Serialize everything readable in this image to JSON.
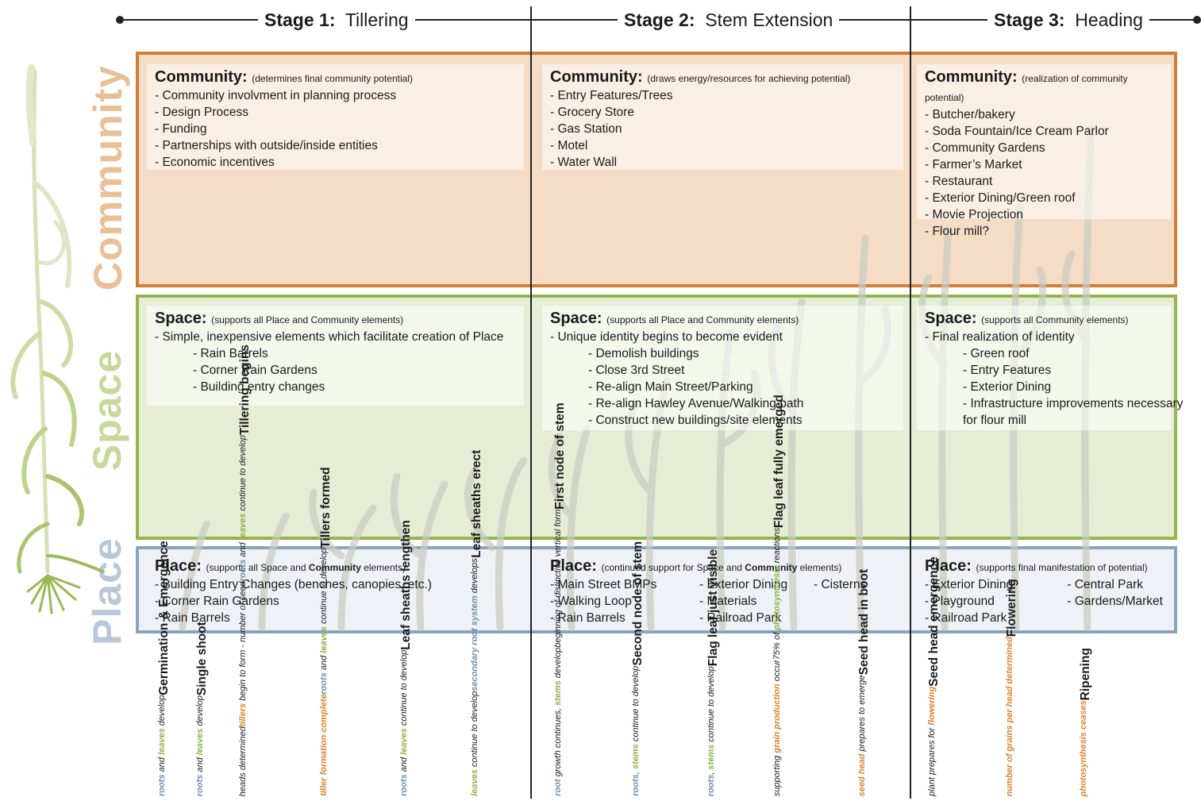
{
  "stages": [
    {
      "num": "Stage 1:",
      "name": "Tillering"
    },
    {
      "num": "Stage 2:",
      "name": "Stem Extension"
    },
    {
      "num": "Stage 3:",
      "name": "Heading"
    }
  ],
  "side_labels": {
    "community": "Community",
    "space": "Space",
    "place": "Place"
  },
  "colors": {
    "community": "#cf7e33",
    "space": "#94b54e",
    "place": "#8aa3bd",
    "accent_blue": "#6f8faf",
    "accent_green": "#8fb04a",
    "accent_orange": "#d9842e"
  },
  "community": [
    {
      "title": "Community:",
      "note": "(determines final community potential)",
      "items": [
        "- Community involvment in planning process",
        "- Design Process",
        "- Funding",
        "- Partnerships with outside/inside entities",
        "- Economic incentives"
      ]
    },
    {
      "title": "Community:",
      "note": "(draws energy/resources for achieving potential)",
      "items": [
        "- Entry Features/Trees",
        "- Grocery Store",
        "- Gas Station",
        "- Motel",
        "- Water Wall"
      ]
    },
    {
      "title": "Community:",
      "note": "(realization of community potential)",
      "items": [
        "- Butcher/bakery",
        "- Soda Fountain/Ice Cream Parlor",
        "- Community Gardens",
        "- Farmer’s Market",
        "- Restaurant",
        "- Exterior Dining/Green roof",
        "- Movie Projection",
        "- Flour mill?"
      ]
    }
  ],
  "space": [
    {
      "title": "Space:",
      "note": "(supports all Place and Community elements)",
      "lead": "- Simple, inexpensive elements which facilitate creation of Place",
      "items": [
        "- Rain Barrels",
        "- Corner Rain Gardens",
        "- Building entry changes"
      ]
    },
    {
      "title": "Space:",
      "note": "(supports all Place and Community elements)",
      "lead": "- Unique identity begins to become evident",
      "items": [
        "- Demolish buildings",
        "- Close 3rd Street",
        "- Re-align Main Street/Parking",
        "- Re-align Hawley Avenue/Walking path",
        "- Construct new buildings/site elements"
      ]
    },
    {
      "title": "Space:",
      "note": "(supports all Community elements)",
      "lead": "- Final realization of identity",
      "items": [
        "- Green roof",
        "- Entry Features",
        "- Exterior Dining",
        "- Infrastructure improvements necessary",
        "for flour mill"
      ]
    }
  ],
  "place": [
    {
      "title": "Place:",
      "note_a": "(supports all Space and ",
      "note_b": "Community",
      "note_c": " elements)",
      "col1": [
        "- Building Entry Changes (benches, canopies, etc.)",
        "- Corner Rain Gardens",
        "- Rain Barrels"
      ]
    },
    {
      "title": "Place:",
      "note_a": "(continued support for Space and ",
      "note_b": "Community",
      "note_c": " elements)",
      "col1": [
        "- Main Street BMPs",
        "- Walking Loop",
        "- Rain Barrels"
      ],
      "col2": [
        "- Exterior Dining",
        "- Materials",
        "- Railroad Park"
      ],
      "col3": [
        "- Cisterns"
      ]
    },
    {
      "title": "Place:",
      "note": "(supports final manifestation of potential)",
      "col1": [
        "- Exterior Dining",
        "- Playground",
        "- Railroad Park"
      ],
      "col2": [
        "- Central Park",
        "- Gardens/Market"
      ]
    }
  ],
  "growth_stages": [
    {
      "title": "Germination & Emergence",
      "lines": [
        [
          [
            "roots",
            "blue"
          ],
          [
            " and ",
            ""
          ],
          [
            "leaves",
            "green"
          ],
          [
            " develop",
            ""
          ]
        ]
      ]
    },
    {
      "title": "Single shoot",
      "lines": [
        [
          [
            "roots",
            "blue"
          ],
          [
            " and ",
            ""
          ],
          [
            "leaves",
            "green"
          ],
          [
            " develop",
            ""
          ]
        ]
      ]
    },
    {
      "title": "Tillering begins",
      "lines": [
        [
          [
            "roots",
            "blue"
          ],
          [
            " and ",
            ""
          ],
          [
            "leaves",
            "green"
          ],
          [
            " continue to develop",
            ""
          ]
        ],
        [
          [
            "tillers",
            "orange"
          ],
          [
            " begin to form - number of seed",
            ""
          ]
        ],
        [
          [
            "heads determined",
            ""
          ]
        ]
      ]
    },
    {
      "title": "Tillers formed",
      "lines": [
        [
          [
            "roots",
            "blue"
          ],
          [
            " and ",
            ""
          ],
          [
            "leaves",
            "green"
          ],
          [
            " continue to develop",
            ""
          ]
        ],
        [
          [
            "tiller formation complete",
            "orange"
          ]
        ]
      ]
    },
    {
      "title": "Leaf sheaths lengthen",
      "lines": [
        [
          [
            "roots",
            "blue"
          ],
          [
            " and ",
            ""
          ],
          [
            "leaves",
            "green"
          ],
          [
            " continue to develop",
            ""
          ]
        ]
      ]
    },
    {
      "title": "Leaf sheaths erect",
      "lines": [
        [
          [
            "secondary root system",
            "blue"
          ],
          [
            " develops",
            ""
          ]
        ],
        [
          [
            "leaves",
            "green"
          ],
          [
            " continue to develop",
            ""
          ]
        ]
      ]
    },
    {
      "title": "First node of stem",
      "lines": [
        [
          [
            "beginning of distinctive vertical form",
            ""
          ]
        ],
        [
          [
            "root",
            "blue"
          ],
          [
            " growth continues, ",
            ""
          ],
          [
            "stems",
            "green"
          ],
          [
            " develop",
            ""
          ]
        ]
      ]
    },
    {
      "title": "Second node of stem",
      "lines": [
        [
          [
            "roots",
            "blue"
          ],
          [
            ", ",
            ""
          ],
          [
            "stems",
            "green"
          ],
          [
            " continue to develop",
            ""
          ]
        ]
      ]
    },
    {
      "title": "Flag leaf just visible",
      "lines": [
        [
          [
            "roots",
            "blue"
          ],
          [
            ", ",
            ""
          ],
          [
            "stems",
            "green"
          ],
          [
            " continue to develop",
            ""
          ]
        ]
      ]
    },
    {
      "title": "Flag leaf fully emerged",
      "lines": [
        [
          [
            "75% of ",
            ""
          ],
          [
            "photosynthesis",
            "green"
          ],
          [
            " reactions",
            ""
          ]
        ],
        [
          [
            "supporting ",
            ""
          ],
          [
            "grain production",
            "orange"
          ],
          [
            " occur",
            ""
          ]
        ]
      ]
    },
    {
      "title": "Seed head in boot",
      "lines": [
        [
          [
            "seed head",
            "orange"
          ],
          [
            " prepares to emerge",
            ""
          ]
        ]
      ]
    },
    {
      "title": "Seed head emergence",
      "lines": [
        [
          [
            "plant prepares for ",
            ""
          ],
          [
            "flowering",
            "orange"
          ]
        ]
      ]
    },
    {
      "title": "Flowering",
      "lines": [
        [
          [
            "number of grains per head determined",
            "orange"
          ]
        ]
      ]
    },
    {
      "title": "Ripening",
      "lines": [
        [
          [
            "photosynthesis ceases",
            "orange"
          ]
        ]
      ]
    }
  ]
}
